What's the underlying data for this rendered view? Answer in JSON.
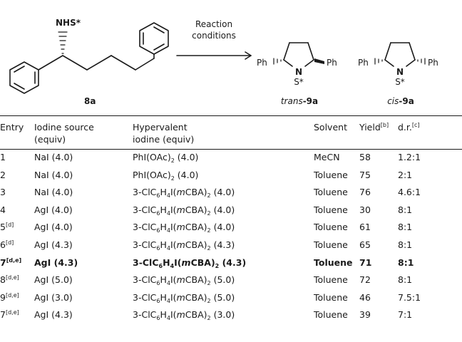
{
  "scheme": {
    "reactant_substituent": "NHS*",
    "reactant_label": "8a",
    "arrow_label_lines": [
      "Reaction",
      "conditions"
    ],
    "ph": "Ph",
    "n_atom": "N",
    "s_star": "S*",
    "product_trans_prefix": "trans",
    "product_trans_suffix": "-9a",
    "product_cis_prefix": "cis",
    "product_cis_suffix": "-9a"
  },
  "table": {
    "headers": {
      "entry": "Entry",
      "iodine_line1": "Iodine source",
      "iodine_line2": "(equiv)",
      "hyper_line1": "Hypervalent",
      "hyper_line2": "iodine (equiv)",
      "solvent": "Solvent",
      "yield": "Yield",
      "yield_note": "[b]",
      "dr": "d.r.",
      "dr_note": "[c]"
    },
    "rows": [
      {
        "entry": "1",
        "entry_note": "",
        "iodine": "NaI (4.0)",
        "hyper_a": "PhI(OAc)",
        "hyper_sub": "2",
        "hyper_b": " (4.0)",
        "hyper_c": "",
        "hyper_d": "",
        "solvent": "MeCN",
        "yield": "58",
        "dr": "1.2:1"
      },
      {
        "entry": "2",
        "entry_note": "",
        "iodine": "NaI (4.0)",
        "hyper_a": "PhI(OAc)",
        "hyper_sub": "2",
        "hyper_b": " (4.0)",
        "hyper_c": "",
        "hyper_d": "",
        "solvent": "Toluene",
        "yield": "75",
        "dr": "2:1"
      },
      {
        "entry": "3",
        "entry_note": "",
        "iodine": "NaI (4.0)",
        "hyper_a": "3-ClC",
        "hyper_sub": "6",
        "hyper_b": "H",
        "hyper_sub2": "4",
        "hyper_c": "I(",
        "hyper_it": "m",
        "hyper_d": "CBA)",
        "hyper_sub3": "2",
        "hyper_e": " (4.0)",
        "solvent": "Toluene",
        "yield": "76",
        "dr": "4.6:1"
      },
      {
        "entry": "4",
        "entry_note": "",
        "iodine": "AgI (4.0)",
        "hyper_a": "3-ClC",
        "hyper_sub": "6",
        "hyper_b": "H",
        "hyper_sub2": "4",
        "hyper_c": "I(",
        "hyper_it": "m",
        "hyper_d": "CBA)",
        "hyper_sub3": "2",
        "hyper_e": " (4.0)",
        "solvent": "Toluene",
        "yield": "30",
        "dr": "8:1"
      },
      {
        "entry": "5",
        "entry_note": "[d]",
        "iodine": "AgI (4.0)",
        "hyper_a": "3-ClC",
        "hyper_sub": "6",
        "hyper_b": "H",
        "hyper_sub2": "4",
        "hyper_c": "I(",
        "hyper_it": "m",
        "hyper_d": "CBA)",
        "hyper_sub3": "2",
        "hyper_e": " (4.0)",
        "solvent": "Toluene",
        "yield": "61",
        "dr": "8:1"
      },
      {
        "entry": "6",
        "entry_note": "[d]",
        "iodine": "AgI (4.3)",
        "hyper_a": "3-ClC",
        "hyper_sub": "6",
        "hyper_b": "H",
        "hyper_sub2": "4",
        "hyper_c": "I(",
        "hyper_it": "m",
        "hyper_d": "CBA)",
        "hyper_sub3": "2",
        "hyper_e": " (4.3)",
        "solvent": "Toluene",
        "yield": "65",
        "dr": "8:1"
      },
      {
        "entry": "7",
        "entry_note": "[d,e]",
        "iodine": "AgI (4.3)",
        "hyper_a": "3-ClC",
        "hyper_sub": "6",
        "hyper_b": "H",
        "hyper_sub2": "4",
        "hyper_c": "I(",
        "hyper_it": "m",
        "hyper_d": "CBA)",
        "hyper_sub3": "2",
        "hyper_e": " (4.3)",
        "solvent": "Toluene",
        "yield": "71",
        "dr": "8:1",
        "bold": true
      },
      {
        "entry": "8",
        "entry_note": "[d,e]",
        "iodine": "AgI (5.0)",
        "hyper_a": "3-ClC",
        "hyper_sub": "6",
        "hyper_b": "H",
        "hyper_sub2": "4",
        "hyper_c": "I(",
        "hyper_it": "m",
        "hyper_d": "CBA)",
        "hyper_sub3": "2",
        "hyper_e": " (5.0)",
        "solvent": "Toluene",
        "yield": "72",
        "dr": "8:1"
      },
      {
        "entry": "9",
        "entry_note": "[d,e]",
        "iodine": "AgI (3.0)",
        "hyper_a": "3-ClC",
        "hyper_sub": "6",
        "hyper_b": "H",
        "hyper_sub2": "4",
        "hyper_c": "I(",
        "hyper_it": "m",
        "hyper_d": "CBA)",
        "hyper_sub3": "2",
        "hyper_e": " (5.0)",
        "solvent": "Toluene",
        "yield": "46",
        "dr": "7.5:1"
      },
      {
        "entry": "7",
        "entry_note": "[d,e]",
        "iodine": "AgI (4.3)",
        "hyper_a": "3-ClC",
        "hyper_sub": "6",
        "hyper_b": "H",
        "hyper_sub2": "4",
        "hyper_c": "I(",
        "hyper_it": "m",
        "hyper_d": "CBA)",
        "hyper_sub3": "2",
        "hyper_e": " (3.0)",
        "solvent": "Toluene",
        "yield": "39",
        "dr": "7:1"
      }
    ]
  }
}
